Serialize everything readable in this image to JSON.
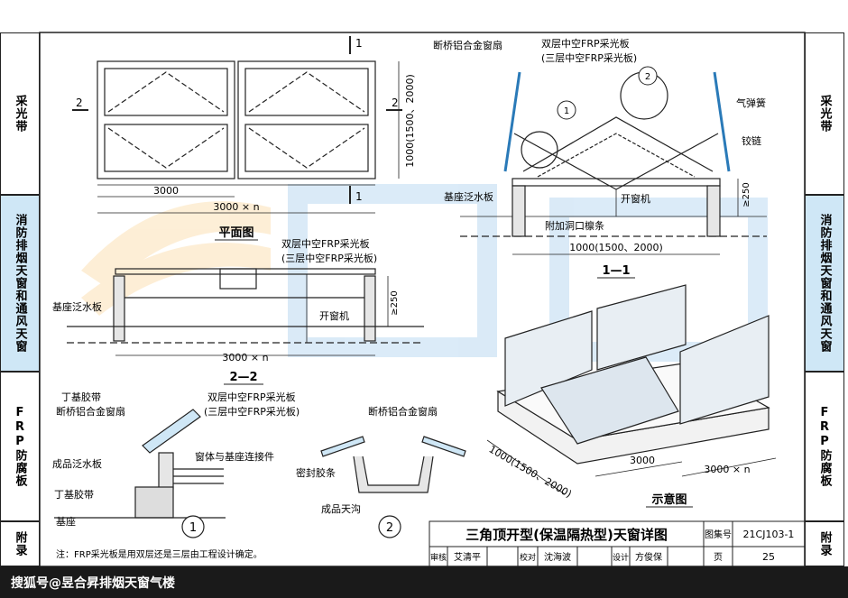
{
  "side_tabs_left": [
    {
      "label": "采光带",
      "active": false
    },
    {
      "label": "消防排烟天窗和通风天窗",
      "active": true
    },
    {
      "label": "FRP防腐板",
      "active": false
    },
    {
      "label": "附录",
      "active": false
    }
  ],
  "side_tabs_right": [
    {
      "label": "采光带",
      "active": false
    },
    {
      "label": "消防排烟天窗和通风天窗",
      "active": true
    },
    {
      "label": "FRP防腐板",
      "active": false
    },
    {
      "label": "附录",
      "active": false
    }
  ],
  "plan": {
    "title": "平面图",
    "dim_3000": "3000",
    "dim_3000n": "3000 × n",
    "dim_vertical": "1000(1500、2000)",
    "sec1": "1",
    "sec2": "2"
  },
  "section11": {
    "title": "1—1",
    "label_frame": "断桥铝合金窗扇",
    "label_frp1": "双层中空FRP采光板",
    "label_frp2": "(三层中空FRP采光板)",
    "label_spring": "气弹簧",
    "label_hinge": "铰链",
    "label_base": "基座泛水板",
    "label_opener": "开窗机",
    "label_purlin": "附加洞口檩条",
    "dim_250": "≥250",
    "dim_width": "1000(1500、2000)",
    "callout1": "1",
    "callout2": "2"
  },
  "section22": {
    "title": "2—2",
    "label_frp1": "双层中空FRP采光板",
    "label_frp2": "(三层中空FRP采光板)",
    "label_base": "基座泛水板",
    "label_opener": "开窗机",
    "dim_250": "≥250",
    "dim_3000n": "3000 × n"
  },
  "detail1": {
    "num": "1",
    "labels": [
      "丁基胶带",
      "断桥铝合金窗扇",
      "成品泛水板",
      "丁基胶带",
      "基座"
    ],
    "label_frp1": "双层中空FRP采光板",
    "label_frp2": "(三层中空FRP采光板)",
    "label_connector": "窗体与基座连接件"
  },
  "detail2": {
    "num": "2",
    "label_frame": "断桥铝合金窗扇",
    "label_seal": "密封胶条",
    "label_gutter": "成品天沟"
  },
  "iso": {
    "title": "示意图",
    "dim_depth": "1000(1500、2000)",
    "dim_3000": "3000",
    "dim_3000n": "3000 × n"
  },
  "note": "注：FRP采光板是用双层还是三层由工程设计确定。",
  "title_block": {
    "drawing_title": "三角顶开型(保温隔热型)天窗详图",
    "atlas_label": "图集号",
    "atlas_no": "21CJ103-1",
    "review_label": "审核",
    "reviewer": "艾清平",
    "check_label": "校对",
    "checker": "沈海波",
    "design_label": "设计",
    "designer": "方俊保",
    "page_label": "页",
    "page_no": "25"
  },
  "watermark": "搜狐号@昱合昇排烟天窗气楼"
}
